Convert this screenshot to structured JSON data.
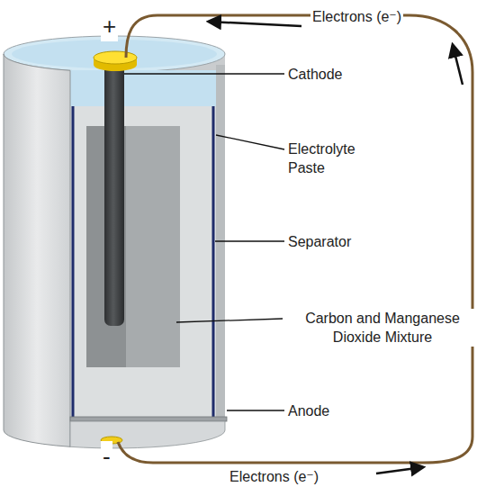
{
  "diagram": {
    "labels": [
      "+",
      "Electrons (e⁻)",
      "Cathode",
      "Electrolyte Paste",
      "Separator",
      "Carbon and Manganese Dioxide Mixture",
      "Anode",
      "-",
      "Electrons (e⁻)"
    ]
  }
}
